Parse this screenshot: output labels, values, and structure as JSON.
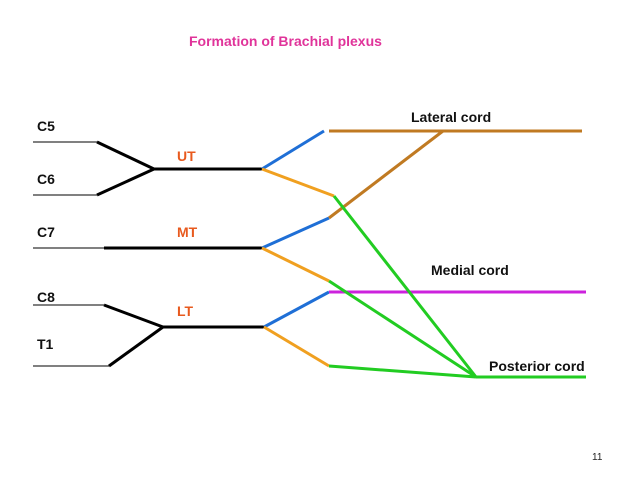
{
  "title": "Formation of Brachial plexus",
  "roots": {
    "c5": "C5",
    "c6": "C6",
    "c7": "C7",
    "c8": "C8",
    "t1": "T1"
  },
  "trunks": {
    "upper": "UT",
    "middle": "MT",
    "lower": "LT"
  },
  "cords": {
    "lateral": "Lateral cord",
    "medial": "Medial cord",
    "posterior": "Posterior cord"
  },
  "page_number": "11",
  "colors": {
    "title": "#e0349a",
    "trunk_label": "#e85a1e",
    "anterior_division": "#1f6fd6",
    "posterior_division": "#f0a020",
    "lateral_cord": "#c07a22",
    "medial_cord": "#cc22dd",
    "posterior_cord": "#22cc22",
    "root_and_trunk_line": "#000000"
  }
}
